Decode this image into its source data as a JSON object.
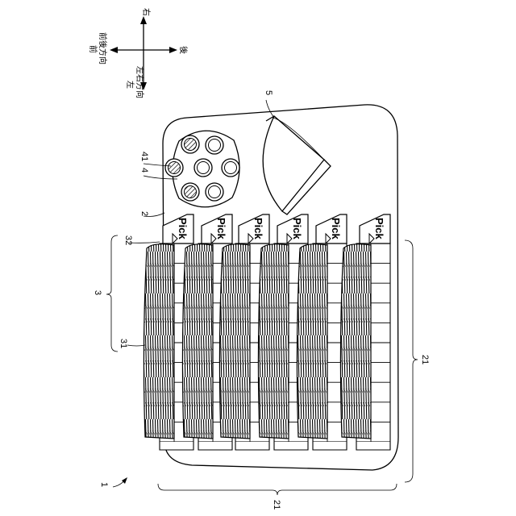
{
  "figure": {
    "pick_label": "Pick",
    "direction_right": "右",
    "direction_back": "後",
    "direction_front_back_axis": "前後方向",
    "direction_front": "前",
    "direction_left_right_axis": "左右方向",
    "direction_left": "左",
    "ref_device": "1",
    "ref_base": "2",
    "ref_eyelash_group": "3",
    "ref_strip": "31",
    "ref_sheet": "32",
    "ref_container": "4",
    "ref_well": "41",
    "ref_holder": "5",
    "ref_area_right": "21",
    "ref_area_bottom": "21"
  },
  "layout": {
    "columns": 6,
    "rows_per_column": 10,
    "filled_columns": 6,
    "container_wells": 7,
    "hatched_wells": 3
  }
}
